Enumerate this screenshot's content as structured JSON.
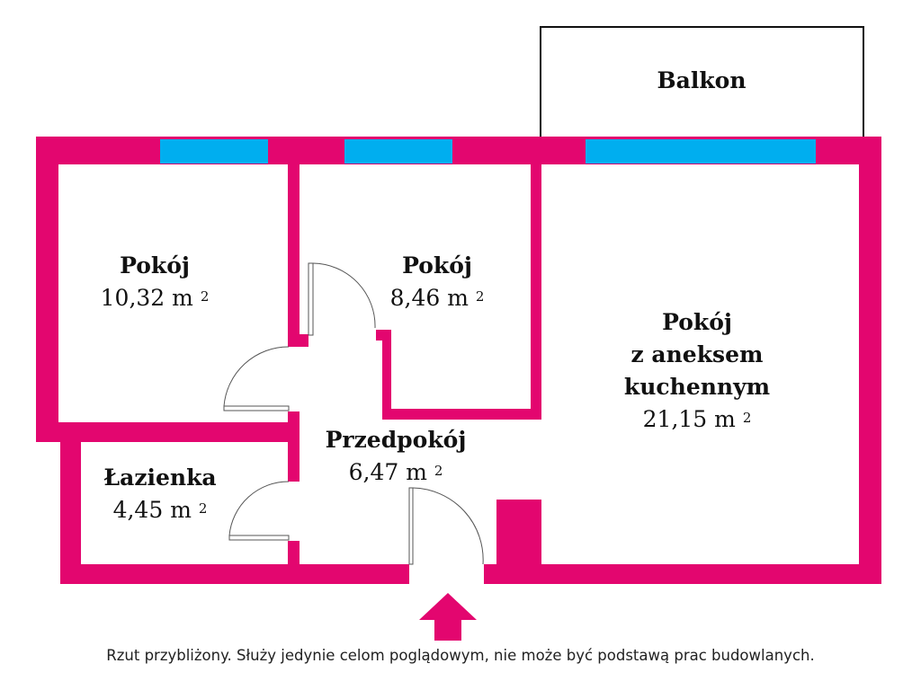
{
  "colors": {
    "wall": "#e3066f",
    "window": "#00aeef",
    "arrow": "#e3066f"
  },
  "rooms": [
    {
      "name": "Pokój",
      "area": "10,32 m",
      "unit_sup": "2"
    },
    {
      "name": "Pokój",
      "area": "8,46 m",
      "unit_sup": "2"
    },
    {
      "name": "Pokój",
      "name2": "z aneksem",
      "name3": "kuchennym",
      "area": "21,15 m",
      "unit_sup": "2"
    },
    {
      "name": "Przedpokój",
      "area": "6,47 m",
      "unit_sup": "2"
    },
    {
      "name": "Łazienka",
      "area": "4,45 m",
      "unit_sup": "2"
    },
    {
      "name": "Balkon"
    }
  ],
  "footer": "Rzut przybliżony. Służy jedynie celom poglądowym, nie może być podstawą prac budowlanych."
}
